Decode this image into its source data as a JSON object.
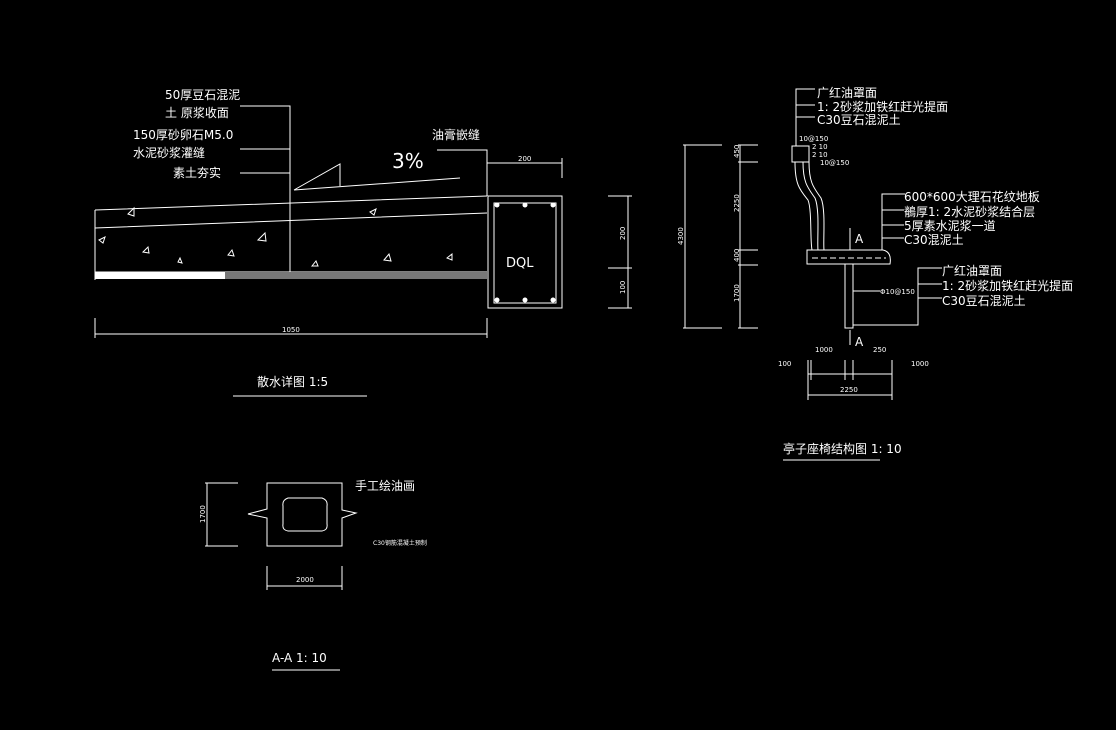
{
  "apron_detail": {
    "labels": [
      "50厚豆石混泥",
      "土 原浆收面",
      "150厚砂卵石M5.0",
      "水泥砂浆灌缝",
      "素土夯实"
    ],
    "joint_label": "油膏嵌缝",
    "slope": "3%",
    "beam_label": "DQL",
    "dims": {
      "total": "1050",
      "beam_width": "200",
      "beam_h1": "200",
      "beam_h2": "100"
    },
    "title": "散水详图   1:5"
  },
  "bench_detail": {
    "top_labels": [
      "广红油罩面",
      "1: 2砂浆加铁红赶光提面",
      "C30豆石混泥土"
    ],
    "seat_labels": [
      "600*600大理石花纹地板",
      "鶺厚1: 2水泥砂浆结合层",
      "5厚素水泥浆一道",
      "C30混泥土"
    ],
    "leg_labels": [
      "广红油罩面",
      "1: 2砂浆加铁红赶光提面",
      "C30豆石混泥土"
    ],
    "rebar_labels": [
      "10@150",
      "2 10",
      "2 10",
      "10@150",
      "Φ10@150"
    ],
    "section_mark": "A",
    "vertical_dims": [
      "4300",
      "450",
      "2250",
      "400",
      "1700"
    ],
    "horizontal_dims": [
      "1000",
      "250",
      "100",
      "1000",
      "2250"
    ],
    "title": "亭子座椅结构图   1: 10"
  },
  "section_aa": {
    "label": "手工绘油画",
    "note": "C30钢筋混凝土预制",
    "dims": {
      "height": "1700",
      "width": "2000"
    },
    "title": "A-A   1: 10"
  }
}
